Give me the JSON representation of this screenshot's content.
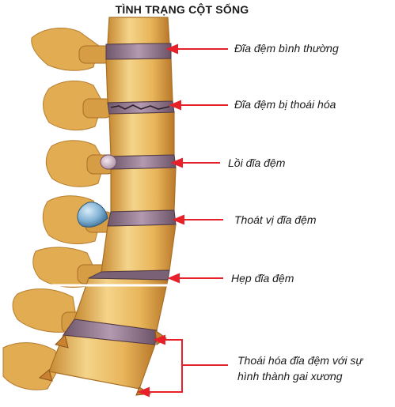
{
  "title": "TÌNH TRẠNG CỘT SỐNG",
  "labels": [
    "Đĩa đệm bình thường",
    "Đĩa đệm bị thoái hóa",
    "Lồi đĩa đệm",
    "Thoát vị đĩa đệm",
    "Hẹp đĩa đệm"
  ],
  "last_label": {
    "line1": "Thoái hóa đĩa đệm với sự",
    "line2": "hình thành gai xương"
  },
  "colors": {
    "bone": "#e9b75a",
    "bone_light": "#f6dc96",
    "bone_dark": "#c1852f",
    "disc": "#9a7f95",
    "disc_dark": "#5a4054",
    "arrow": "#e8202a",
    "herniation": "#7fb0d3"
  }
}
